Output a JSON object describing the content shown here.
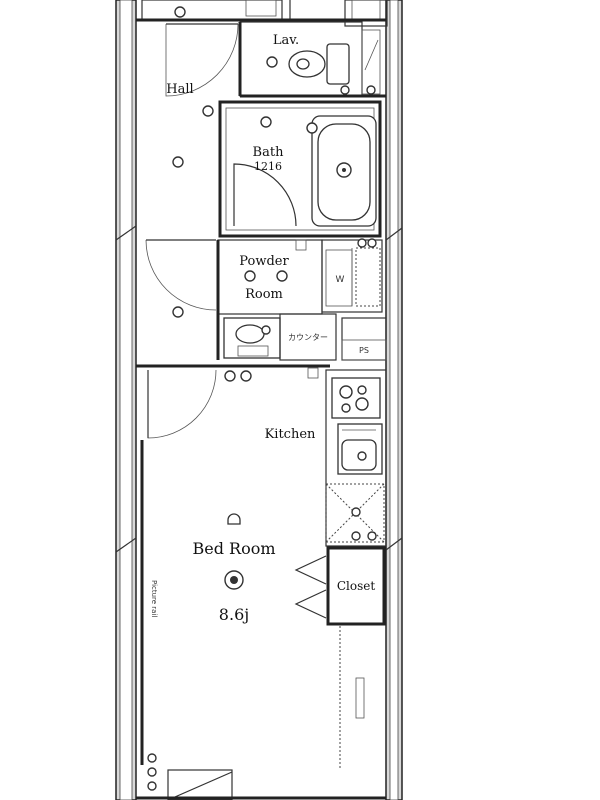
{
  "rooms": {
    "lavatory": "Lav.",
    "hall": "Hall",
    "bath": "Bath",
    "bath_size": "1216",
    "powder_room_line1": "Powder",
    "powder_room_line2": "Room",
    "kitchen": "Kitchen",
    "bed_room": "Bed Room",
    "bed_room_area": "8.6j",
    "closet": "Closet"
  },
  "fixtures": {
    "washer": "W",
    "counter": "カウンター",
    "pipe_space": "PS",
    "picture_rail": "Picture rail"
  }
}
